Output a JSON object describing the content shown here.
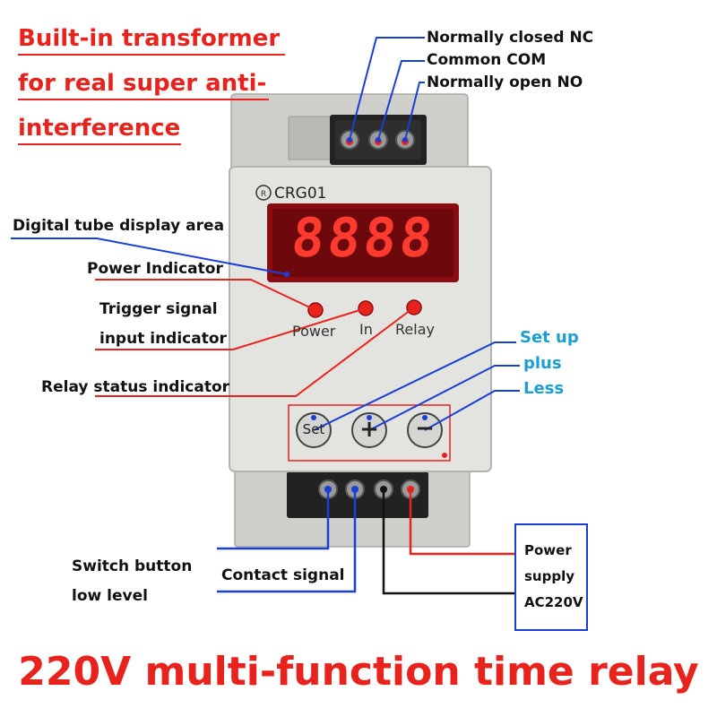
{
  "headline": {
    "line1": "Built-in transformer",
    "line2": "for real super anti-",
    "line3": "interference"
  },
  "terminals_top": {
    "nc": "Normally closed NC",
    "com": "Common COM",
    "no": "Normally open NO"
  },
  "device": {
    "model": "CRG01",
    "display_digits": "8888",
    "led_labels": {
      "power": "Power",
      "in": "In",
      "relay": "Relay"
    },
    "buttons": {
      "set": "Set",
      "plus": "+",
      "minus": "−"
    }
  },
  "annotations_left": {
    "display_area": "Digital tube display area",
    "power_indicator": "Power Indicator",
    "trigger_line1": "Trigger signal",
    "trigger_line2": "input indicator",
    "relay_status": "Relay status indicator"
  },
  "annotations_right": {
    "set_up": "Set up",
    "plus": "plus",
    "less": "Less"
  },
  "bottom_labels": {
    "switch_line1": "Switch button",
    "switch_line2": "low level",
    "contact_signal": "Contact signal"
  },
  "power_supply": {
    "line1": "Power",
    "line2": "supply",
    "line3": "AC220V"
  },
  "title": "220V multi-function time relay",
  "colors": {
    "accent_red": "#e8231d",
    "callout_blue": "#1a3fd6",
    "cyan_label": "#1c9ed1",
    "display_bg": "#8a0d12",
    "display_digit": "#ff3b30",
    "housing": "#d9d9d6"
  }
}
